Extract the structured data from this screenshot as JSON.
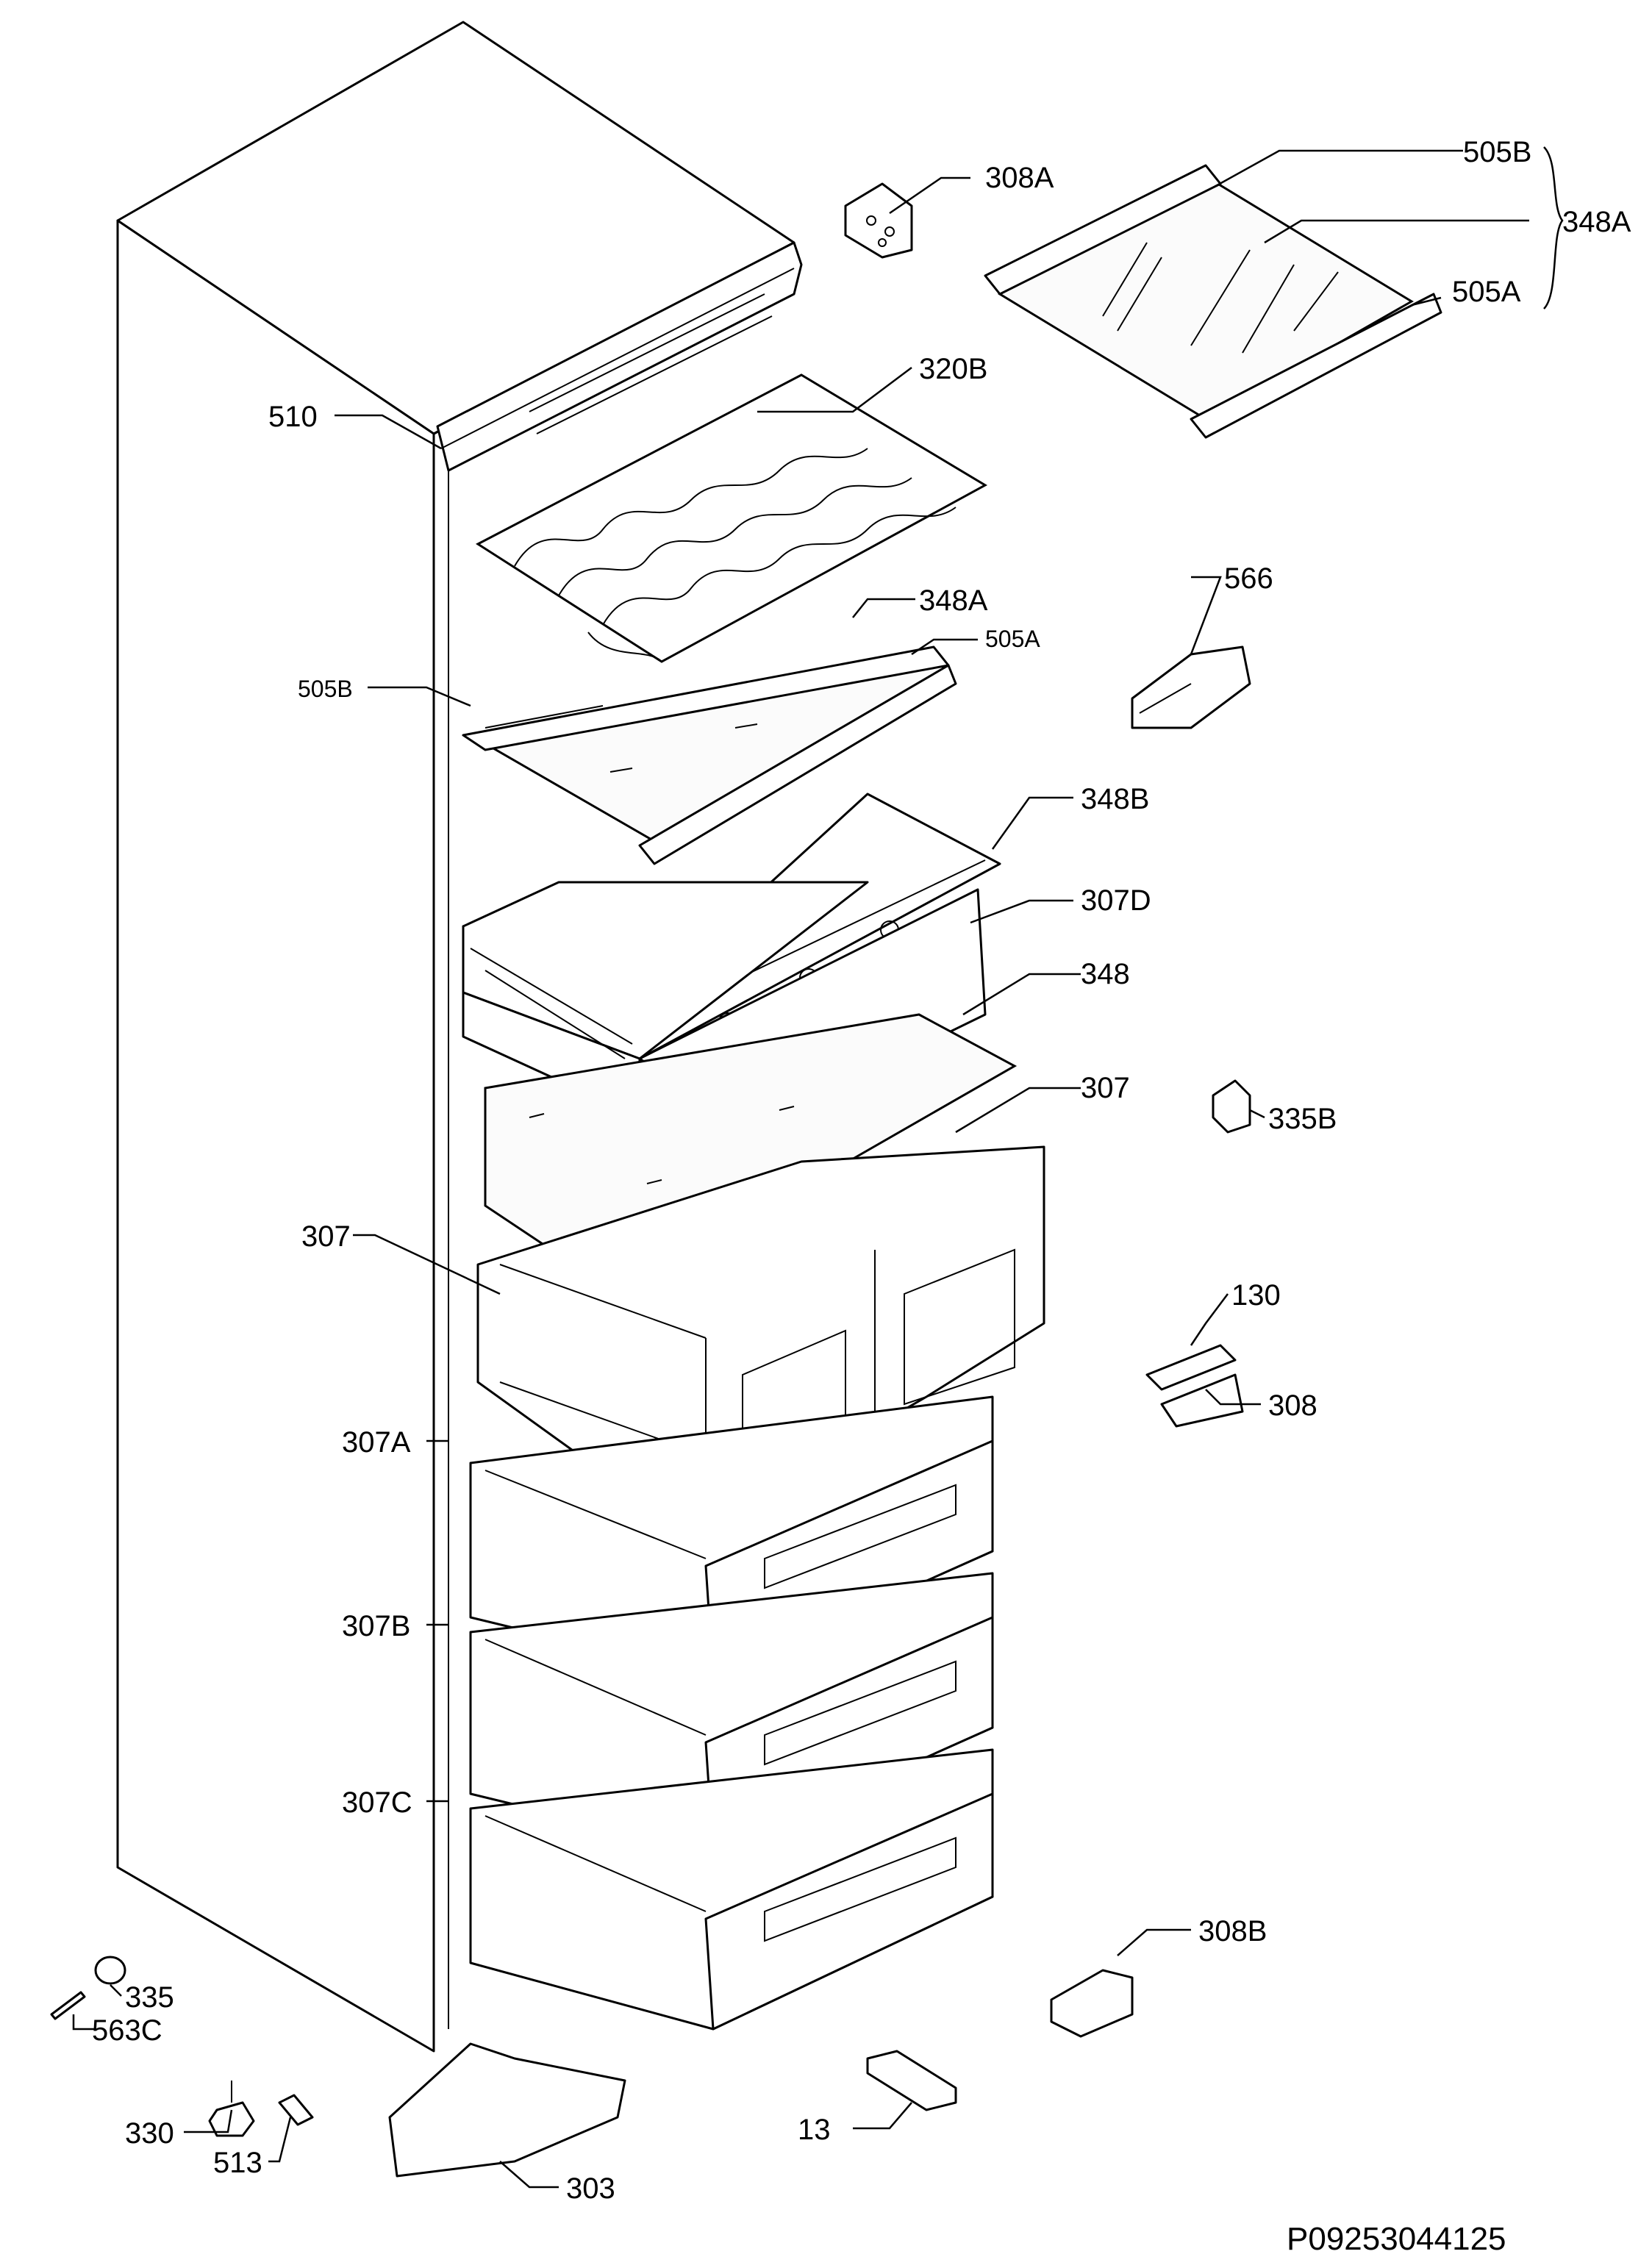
{
  "diagram": {
    "code": "P09253044125",
    "labels": {
      "l308a": "308A",
      "l505b_top": "505B",
      "l348a_group": "348A",
      "l505a_top": "505A",
      "l320b": "320B",
      "l510": "510",
      "l348a": "348A",
      "l505a": "505A",
      "l505b": "505B",
      "l566": "566",
      "l348b": "348B",
      "l307d": "307D",
      "l348": "348",
      "l307_right": "307",
      "l335b": "335B",
      "l307_left": "307",
      "l130": "130",
      "l308": "308",
      "l307a": "307A",
      "l307b": "307B",
      "l307c": "307C",
      "l308b": "308B",
      "l335": "335",
      "l563c": "563C",
      "l330": "330",
      "l513": "513",
      "l13": "13",
      "l303": "303"
    }
  }
}
